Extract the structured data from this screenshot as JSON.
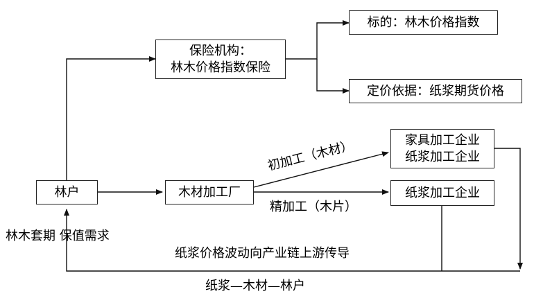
{
  "nodes": {
    "insurer": [
      "保险机构：",
      "林木价格指数保险"
    ],
    "target": "标的：林木价格指数",
    "pricing_basis": "定价依据：纸浆期货价格",
    "forest_farmer": "林户",
    "wood_factory": "木材加工厂",
    "furniture_pulp": [
      "家具加工企业",
      "纸浆加工企业"
    ],
    "pulp_enterprise": "纸浆加工企业"
  },
  "edge_labels": {
    "primary_processing": "初加工（木材）",
    "fine_processing": "精加工（木片）",
    "hedging_demand": "林木套期  保值需求",
    "transmission": "纸浆价格波动向产业链上游传导",
    "chain": "纸浆—木材—林户"
  }
}
